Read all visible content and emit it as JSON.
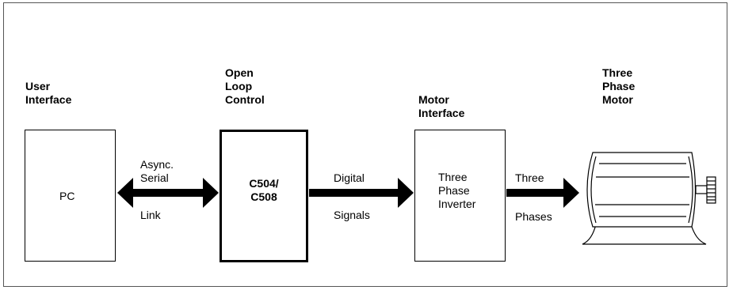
{
  "blocks": {
    "user_interface": {
      "header": "User\nInterface",
      "content": "PC"
    },
    "open_loop_control": {
      "header": "Open\nLoop\nControl",
      "content": "C504/\nC508"
    },
    "motor_interface": {
      "header": "Motor\nInterface",
      "content": "Three\nPhase\nInverter"
    },
    "three_phase_motor": {
      "header": "Three\nPhase\nMotor"
    }
  },
  "links": {
    "serial_top": "Async.\nSerial",
    "serial_bottom": "Link",
    "digital_top": "Digital",
    "digital_bottom": "Signals",
    "phases_top": "Three",
    "phases_bottom": "Phases"
  }
}
